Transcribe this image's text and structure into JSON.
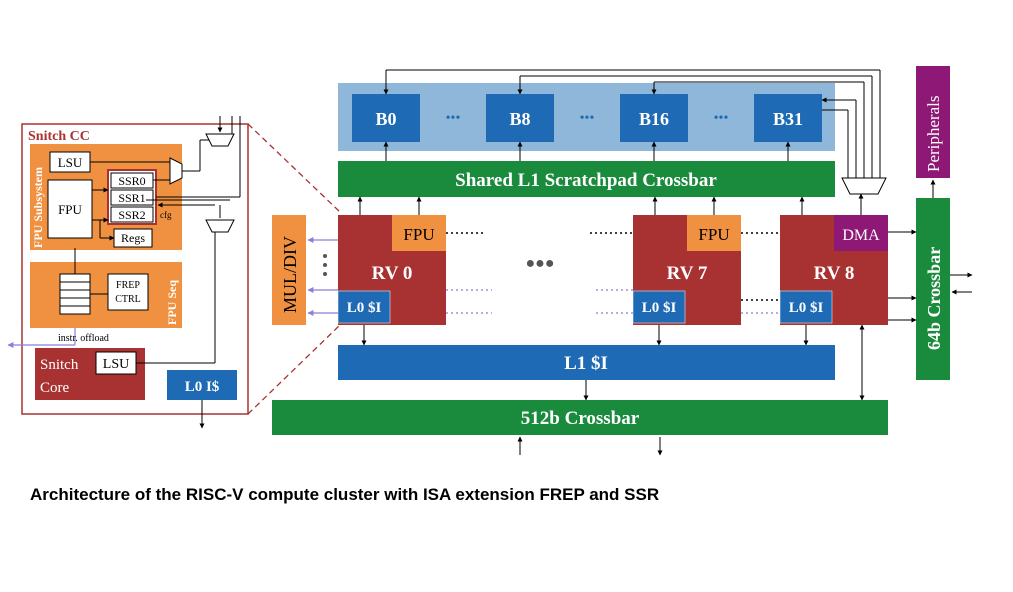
{
  "caption": "Architecture of the RISC-V compute cluster with ISA extension FREP and SSR",
  "colors": {
    "blue": "#1f6ab5",
    "light_blue": "#8fb7da",
    "green": "#1a8a3c",
    "red": "#a83232",
    "orange": "#ef9141",
    "purple": "#8e1875",
    "lavender": "#8a7fd8"
  },
  "snitch_cc": {
    "title": "Snitch CC",
    "fpu_subsystem": "FPU Subsystem",
    "lsu": "LSU",
    "fpu": "FPU",
    "ssr0": "SSR0",
    "ssr1": "SSR1",
    "ssr2": "SSR2",
    "cfg": "cfg",
    "regs": "Regs",
    "frep_ctrl_line1": "FREP",
    "frep_ctrl_line2": "CTRL",
    "fpu_seq": "FPU Seq",
    "instr_offload": "instr. offload",
    "snitch_core_line1": "Snitch",
    "snitch_core_line2": "Core",
    "core_lsu": "LSU",
    "l0_icache": "L0 I$"
  },
  "cluster": {
    "banks": [
      "B0",
      "B8",
      "B16",
      "B31"
    ],
    "ellipsis": "•••",
    "l1_crossbar": "Shared L1 Scratchpad Crossbar",
    "peripherals": "Peripherals",
    "crossbar_64b": "64b Crossbar",
    "mul_div": "MUL/DIV",
    "cores": [
      {
        "name": "RV 0",
        "fpu": "FPU",
        "l0": "L0 $I"
      },
      {
        "name": "RV 7",
        "fpu": "FPU",
        "l0": "L0 $I"
      },
      {
        "name": "RV 8",
        "dma": "DMA",
        "l0": "L0 $I"
      }
    ],
    "core_dots": "●●●",
    "l1_icache": "L1 $I",
    "crossbar_512b": "512b Crossbar"
  }
}
